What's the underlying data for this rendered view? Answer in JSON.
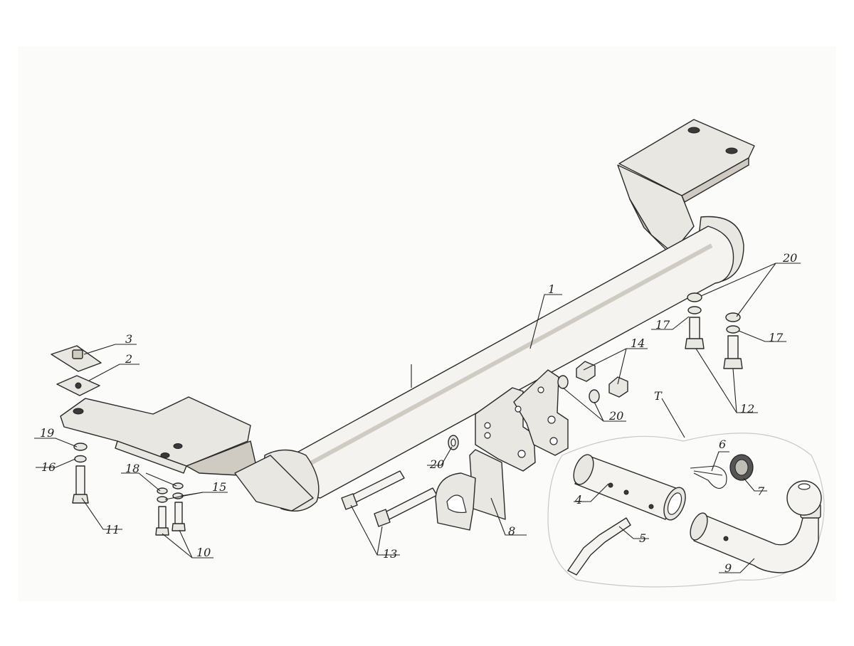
{
  "diagram": {
    "labels": {
      "p1": "1",
      "p2": "2",
      "p3": "3",
      "p4": "4",
      "p5": "5",
      "p6": "6",
      "p7": "7",
      "p8": "8",
      "p9": "9",
      "p10": "10",
      "p11": "11",
      "p12": "12",
      "p13": "13",
      "p14": "14",
      "p15": "15",
      "p16": "16",
      "p17a": "17",
      "p17b": "17",
      "p18": "18",
      "p19": "19",
      "p20a": "20",
      "p20b": "20",
      "p20c": "20",
      "kit": "T"
    }
  }
}
